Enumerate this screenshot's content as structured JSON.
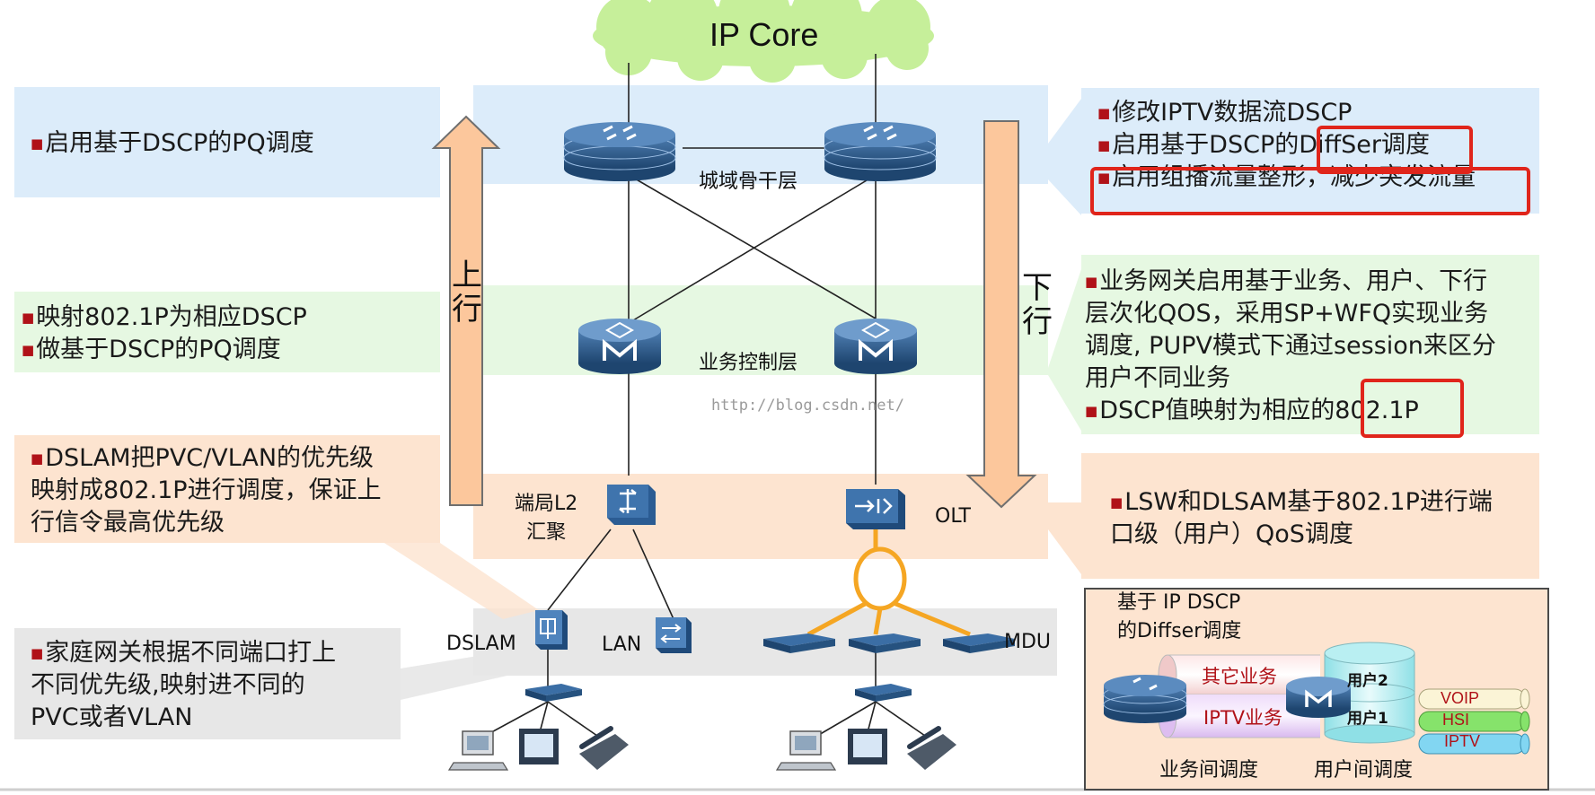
{
  "cloud": {
    "label": "IP Core"
  },
  "layers": {
    "backbone": "城域骨干层",
    "service_control": "业务控制层",
    "l2_agg": "端局L2\n汇聚"
  },
  "devices": {
    "olt": "OLT",
    "dslam": "DSLAM",
    "lan": "LAN",
    "mdu": "MDU"
  },
  "arrows": {
    "up": "上\n行",
    "down": "下\n行"
  },
  "left_notes": [
    {
      "lines": [
        "启用基于DSCP的PQ调度"
      ]
    },
    {
      "lines": [
        "映射802.1P为相应DSCP",
        "做基于DSCP的PQ调度"
      ]
    },
    {
      "lines": [
        "DSLAM把PVC/VLAN的优先级",
        "映射成802.1P进行调度，保证上",
        "行信令最高优先级"
      ]
    },
    {
      "lines": [
        "家庭网关根据不同端口打上",
        "不同优先级,映射进不同的",
        "PVC或者VLAN"
      ]
    }
  ],
  "right_notes": [
    {
      "lines": [
        "修改IPTV数据流DSCP",
        "启用基于DSCP的DiffSer调度",
        "启用组播流量整形，减少突发流量"
      ]
    },
    {
      "lines": [
        "业务网关启用基于业务、用户、下行",
        "层次化QOS，采用SP+WFQ实现业务",
        "调度, PUPV模式下通过session来区分",
        "用户不同业务",
        "DSCP值映射为相应的802.1P"
      ]
    },
    {
      "lines": [
        "LSW和DLSAM基于802.1P进行端",
        "口级（用户）QoS调度"
      ]
    }
  ],
  "inset": {
    "title": "基于 IP DSCP\n的Diffser调度",
    "services": [
      "其它业务",
      "IPTV业务"
    ],
    "users": [
      "用户2",
      "用户1"
    ],
    "queues": [
      "VOIP",
      "HSI",
      "IPTV"
    ],
    "caption_left": "业务间调度",
    "caption_right": "用户间调度"
  },
  "watermark": "http://blog.csdn.net/",
  "colors": {
    "blue_band": "#dcecfa",
    "green_band": "#e6f8e2",
    "peach_band": "#fde4d0",
    "gray_band": "#e7e7e7",
    "arrow_fill": "#fcc79c",
    "arrow_stroke": "#6f6f6f",
    "red_frame": "#e0251b",
    "router_blue": "#2d5a8c",
    "ring_orange": "#f5a623",
    "cloud_green": "#c6ef9a",
    "bullet_red": "#b01218"
  }
}
